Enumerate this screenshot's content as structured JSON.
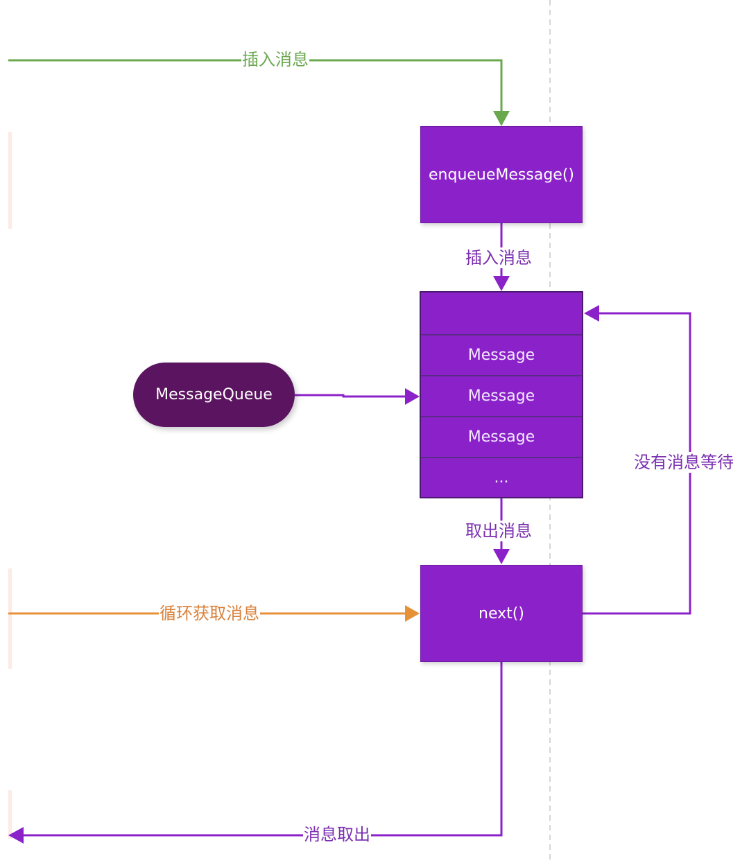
{
  "nodes": {
    "enqueue": "enqueueMessage()",
    "queue_items": [
      "",
      "Message",
      "Message",
      "Message",
      "..."
    ],
    "message_queue": "MessageQueue",
    "next": "next()"
  },
  "labels": {
    "insert_top": "插入消息",
    "insert_mid": "插入消息",
    "take_out": "取出消息",
    "no_message_wait": "没有消息等待",
    "loop_fetch": "循环获取消息",
    "message_out": "消息取出"
  },
  "colors": {
    "green": "#6aa84f",
    "purple": "#8b22c9",
    "orange": "#e69138",
    "dark_pill": "#5b1460"
  }
}
